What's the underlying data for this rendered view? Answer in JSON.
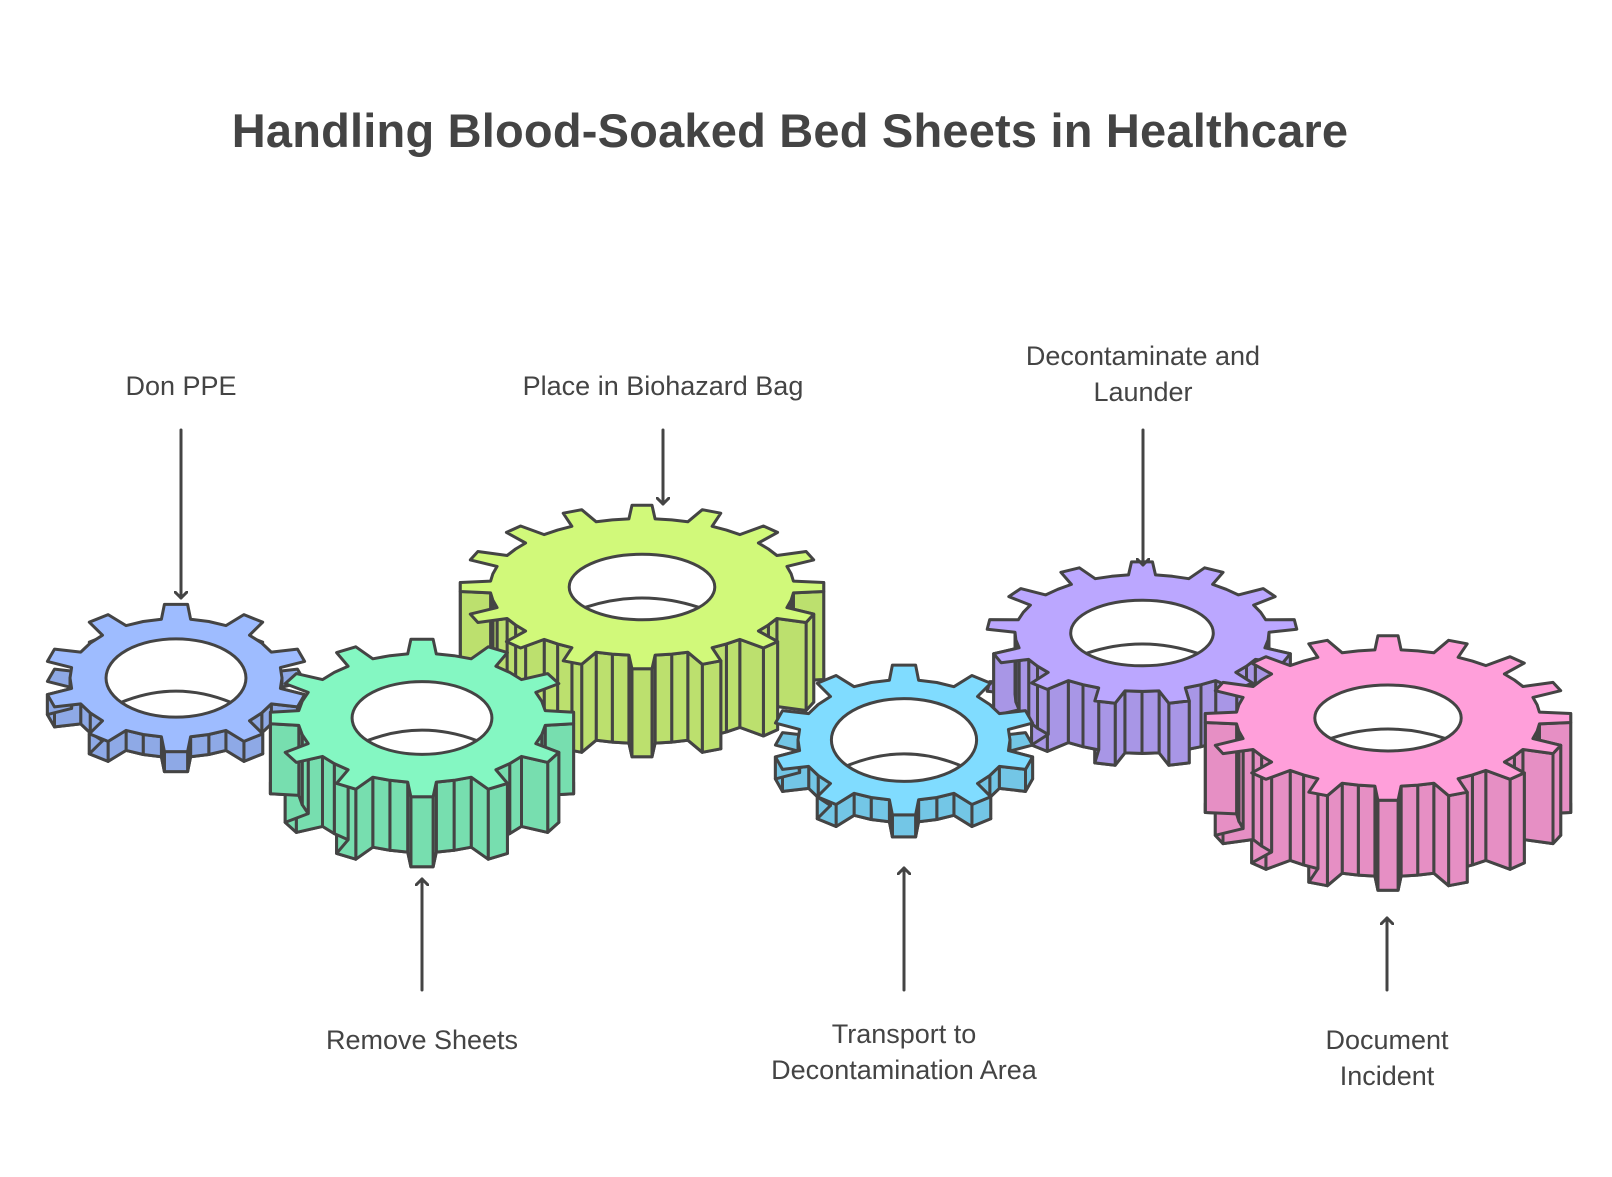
{
  "title": "Handling Blood-Soaked Bed Sheets in Healthcare",
  "steps": [
    {
      "label": "Don PPE",
      "color": "#9ebcff",
      "label_position": "top"
    },
    {
      "label": "Remove Sheets",
      "color": "#84f7c2",
      "label_position": "bottom"
    },
    {
      "label": "Place in Biohazard Bag",
      "color": "#d1f97a",
      "label_position": "top"
    },
    {
      "label": "Transport to\nDecontamination Area",
      "color": "#80dcff",
      "label_position": "bottom"
    },
    {
      "label": "Decontaminate and\nLaunder",
      "color": "#bba7ff",
      "label_position": "top"
    },
    {
      "label": "Document Incident",
      "color": "#ff9fda",
      "label_position": "bottom"
    }
  ],
  "colors": {
    "stroke": "#444444",
    "text": "#444444"
  }
}
